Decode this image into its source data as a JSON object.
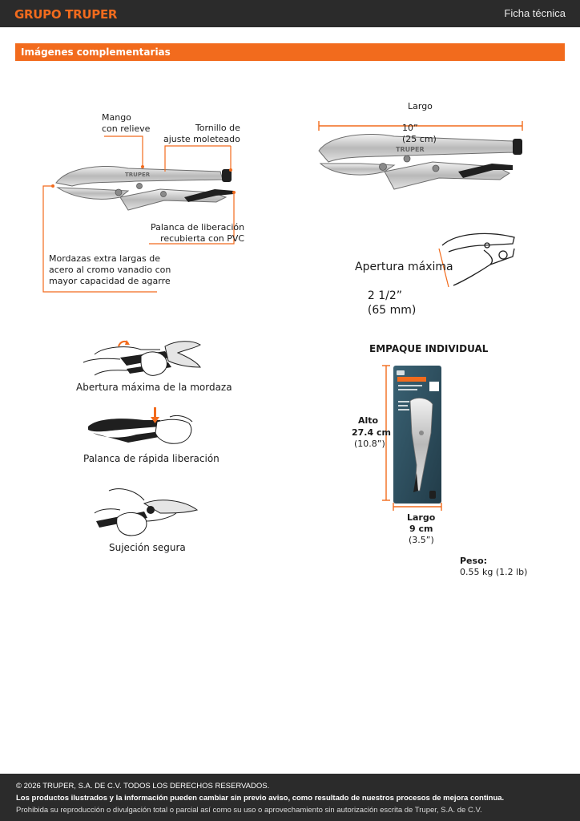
{
  "header": {
    "brand": "GRUPO TRUPER",
    "sheet_label": "Ficha técnica"
  },
  "section": {
    "title": "Imágenes complementarias"
  },
  "callouts": {
    "handle": "Mango\ncon relieve",
    "screw": "Tornillo de\najuste moleteado",
    "lever": "Palanca de liberación\nrecubierta con PVC",
    "jaws": "Mordazas extra largas de\nacero al cromo vanadio con\nmayor capacidad de agarre"
  },
  "dimensions": {
    "length_label": "Largo",
    "length_value": "10”",
    "length_metric": "(25 cm)",
    "opening_label": "Apertura máxima",
    "opening_value": "2 1/2”",
    "opening_metric": "(65 mm)"
  },
  "features": [
    {
      "caption": "Abertura máxima de la mordaza"
    },
    {
      "caption": "Palanca de rápida liberación"
    },
    {
      "caption": "Sujeción segura"
    }
  ],
  "package": {
    "title": "EMPAQUE INDIVIDUAL",
    "height_label": "Alto",
    "height_value": "27.4 cm",
    "height_imperial": "(10.8”)",
    "width_label": "Largo",
    "width_value": "9 cm",
    "width_imperial": "(3.5”)",
    "weight_label": "Peso:",
    "weight_value": "0.55 kg (1.2 lb)"
  },
  "colors": {
    "accent": "#f26b1d",
    "dark": "#2b2b2b",
    "package": "#2f5060"
  },
  "footer": {
    "copyright": "© 2026 TRUPER, S.A. DE C.V. TODOS LOS DERECHOS RESERVADOS.",
    "notice": "Los productos ilustrados y la información pueden cambiar sin previo aviso, como resultado de nuestros procesos de mejora continua.",
    "legal": "Prohibida su reproducción o divulgación total o parcial así como su uso o aprovechamiento sin autorización escrita de Truper, S.A. de C.V."
  }
}
